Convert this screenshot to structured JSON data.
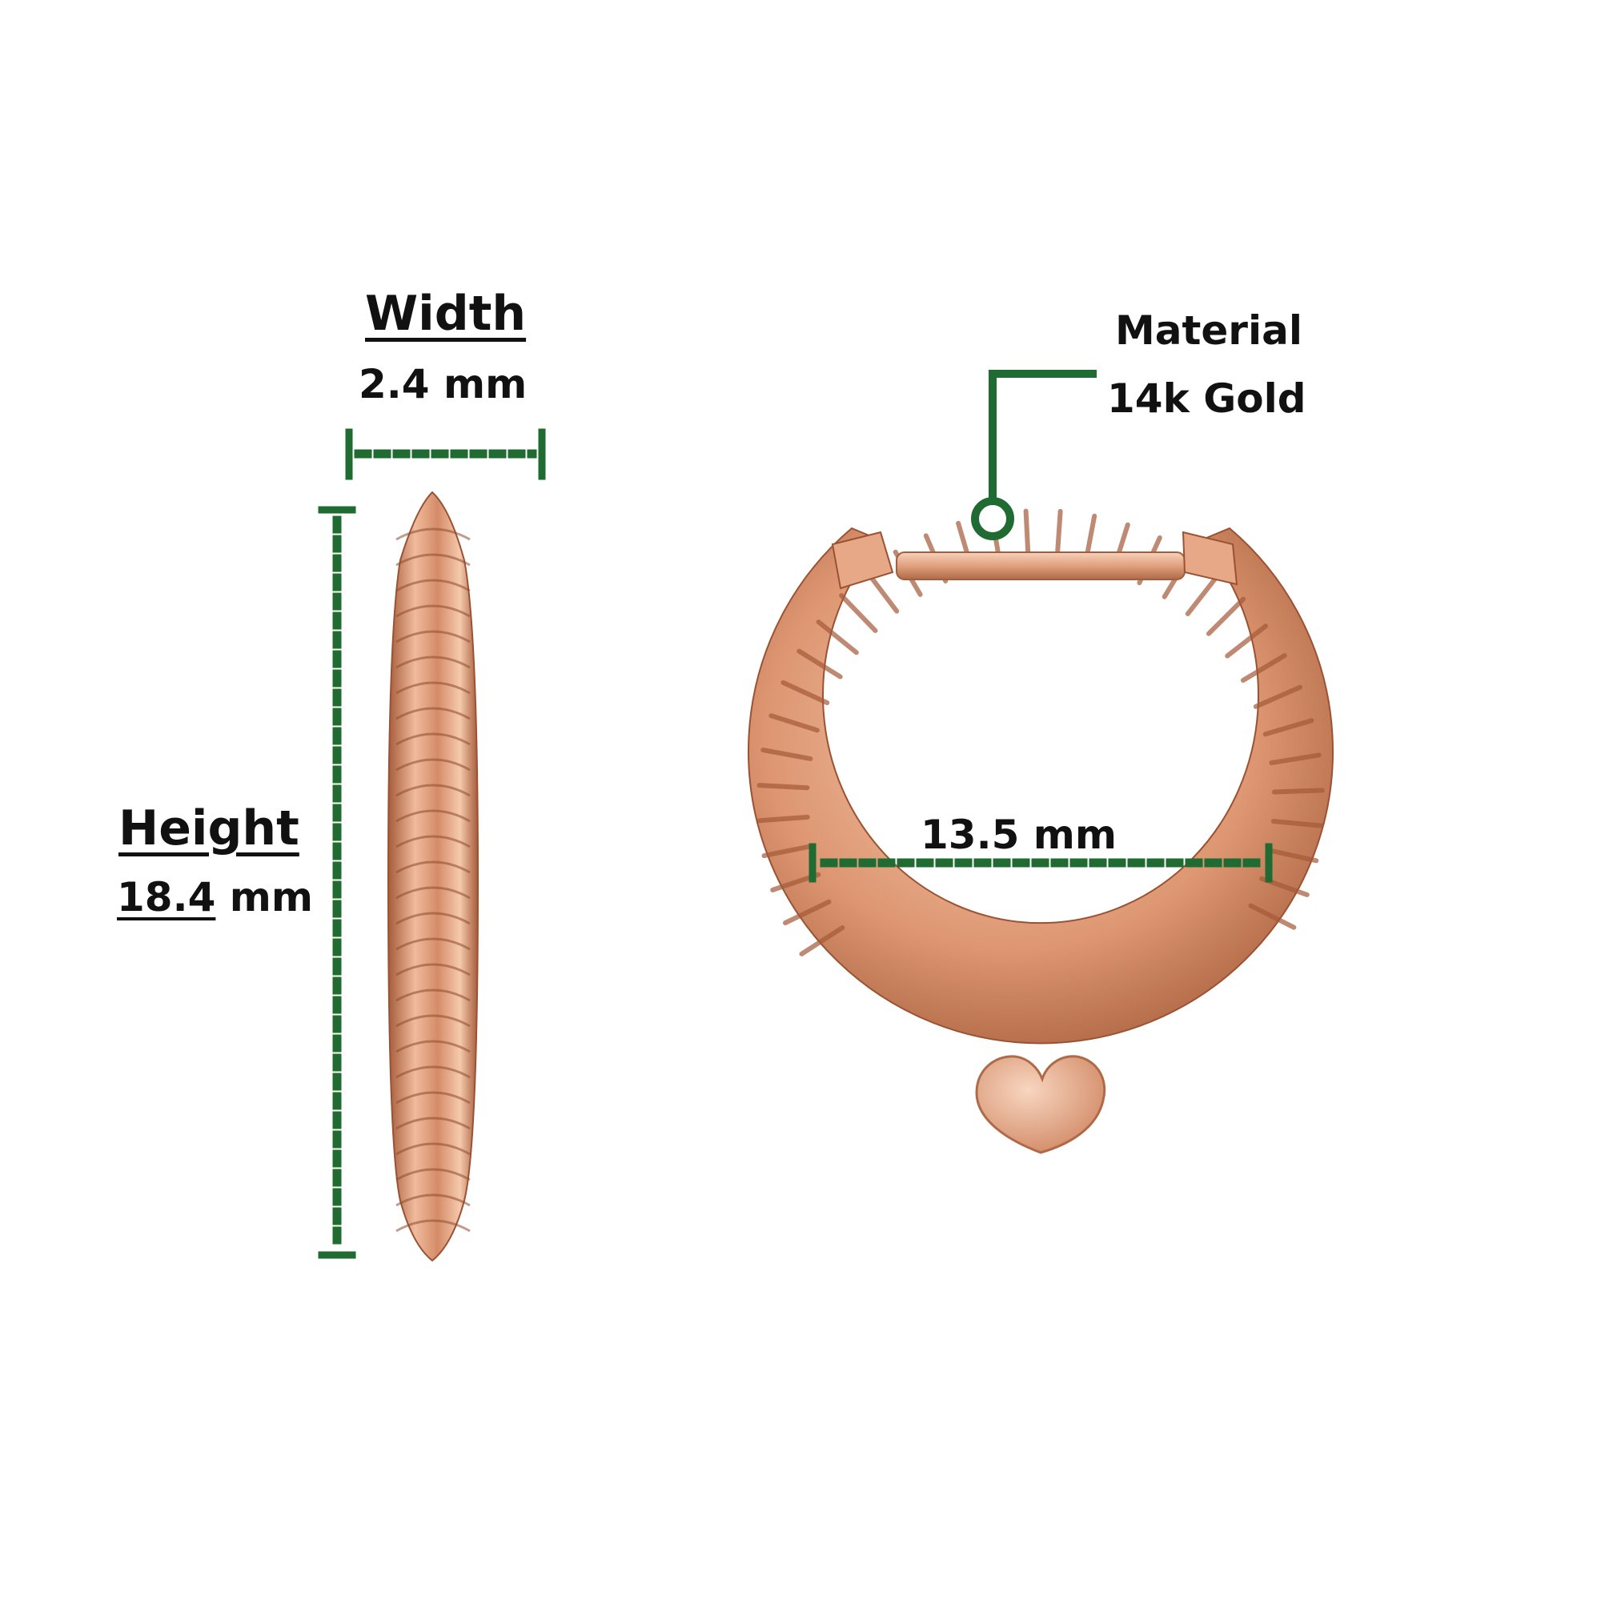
{
  "width_spec": {
    "title": "Width",
    "value": "2.4 mm"
  },
  "height_spec": {
    "title": "Height",
    "value_number": "18.4",
    "value_unit": " mm"
  },
  "inner_diameter": {
    "value": "13.5 mm"
  },
  "material_spec": {
    "title": "Material",
    "value": "14k Gold"
  },
  "colors": {
    "dimension_line": "#1f6b32",
    "label_text": "#111111",
    "gold_light": "#f3c3a5",
    "gold_mid": "#d9906b",
    "gold_dark": "#9e5636",
    "background": "#ffffff"
  },
  "icons": [
    "width-dimension-icon",
    "height-dimension-icon",
    "diameter-dimension-icon",
    "material-callout-icon"
  ]
}
